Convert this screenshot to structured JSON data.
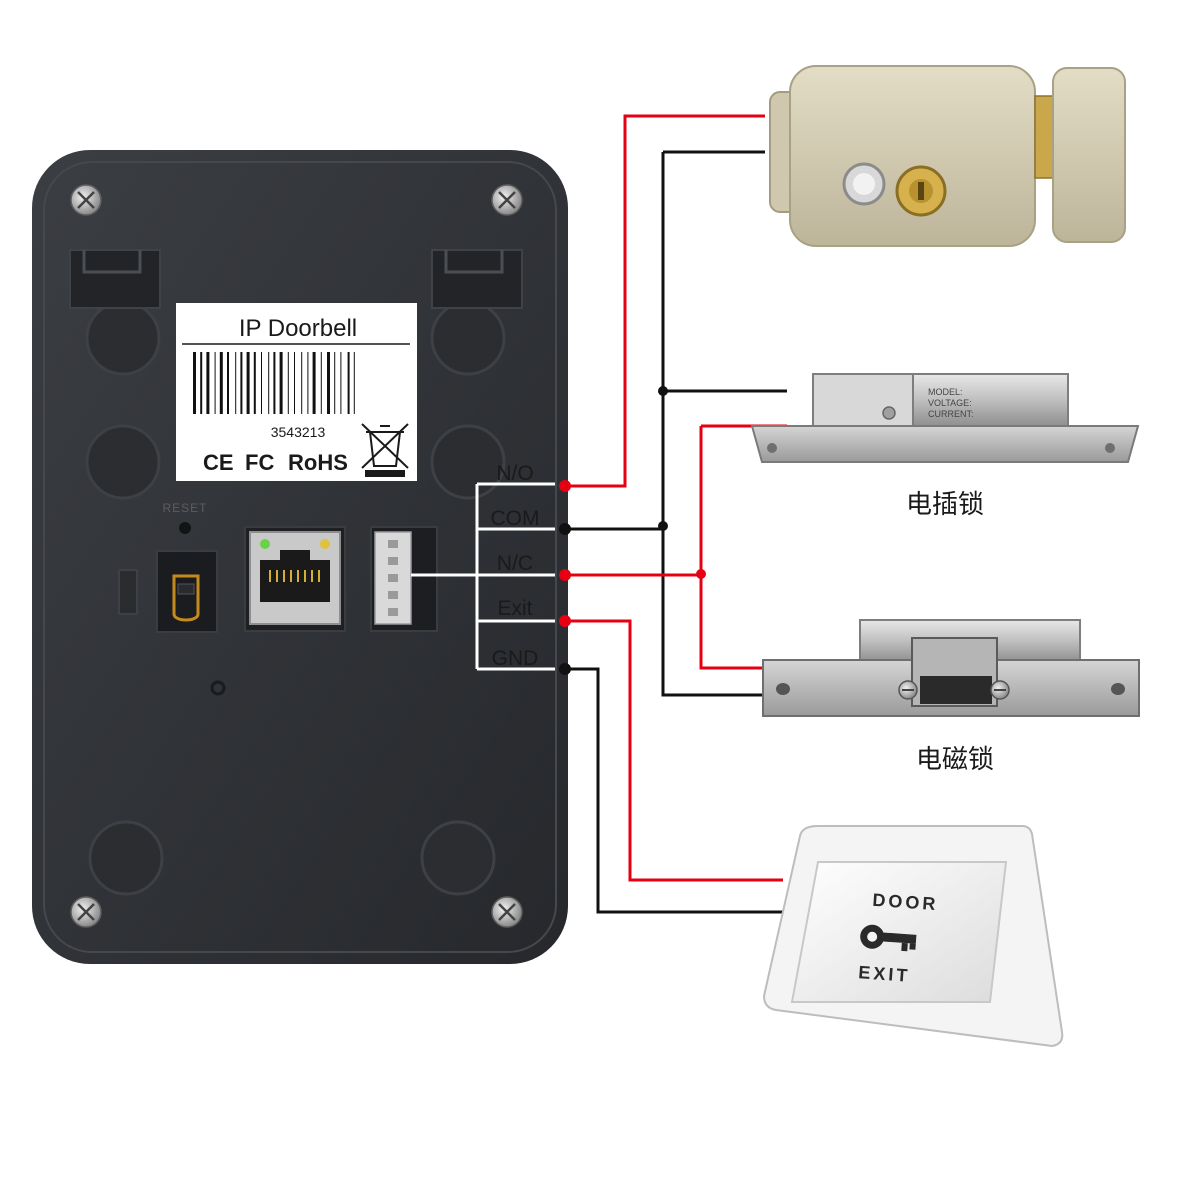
{
  "device": {
    "label_title": "IP Doorbell",
    "serial": "3543213",
    "cert_ce": "CE",
    "cert_fc": "FC",
    "cert_rohs": "RoHS",
    "reset_text": "RESET"
  },
  "terminals": [
    {
      "id": "no",
      "label": "N/O"
    },
    {
      "id": "com",
      "label": "COM"
    },
    {
      "id": "nc",
      "label": "N/C"
    },
    {
      "id": "exit",
      "label": "Exit"
    },
    {
      "id": "gnd",
      "label": "GND"
    }
  ],
  "devices": {
    "bolt_lock_label": "电插锁",
    "strike_lock_label": "电磁锁",
    "exit_button_top": "DOOR",
    "exit_button_bottom": "EXIT",
    "bolt_plate_lines": [
      "MODEL:",
      "VOLTAGE:",
      "CURRENT:"
    ]
  },
  "colors": {
    "wire_red": "#e60012",
    "wire_black": "#111111",
    "device_body": "#2e3034",
    "terminal_line": "#ffffff"
  },
  "icons": [
    "screw-icon",
    "weee-bin-icon",
    "key-icon",
    "ethernet-port-icon",
    "power-jack-icon"
  ]
}
